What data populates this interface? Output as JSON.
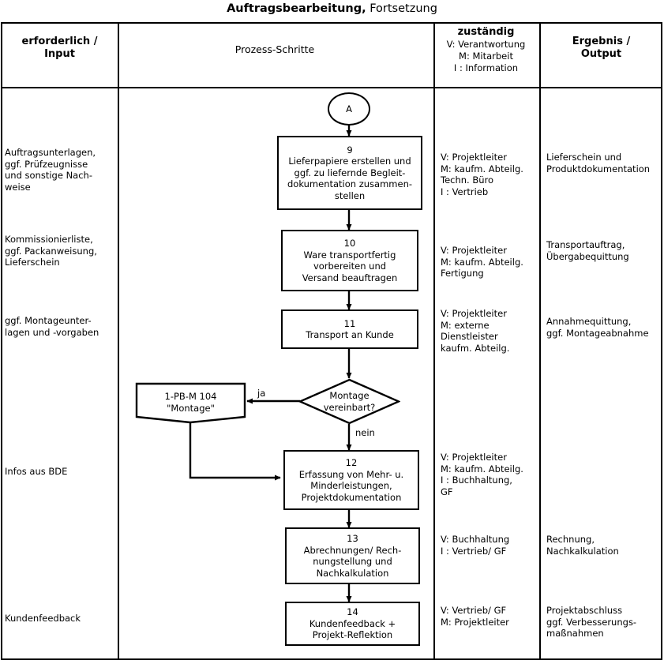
{
  "title": {
    "bold": "Auftragsbearbeitung,",
    "regular": "Fortsetzung"
  },
  "columns": {
    "input": {
      "heading_line1": "erforderlich /",
      "heading_line2": "Input"
    },
    "process": {
      "heading": "Prozess-Schritte"
    },
    "responsible": {
      "heading": "zuständig",
      "legend": [
        "V: Verantwortung",
        "M: Mitarbeit",
        "I : Information"
      ]
    },
    "output": {
      "heading_line1": "Ergebnis /",
      "heading_line2": "Output"
    }
  },
  "connector": {
    "label": "A"
  },
  "rows": [
    {
      "input": "Auftragsunterlagen,\nggf. Prüfzeugnisse\nund sonstige Nach-\nweise",
      "step_no": "9",
      "step_text": "Lieferpapiere erstellen und\nggf. zu liefernde Begleit-\ndokumentation zusammen-\nstellen",
      "responsible": "V: Projektleiter\nM: kaufm. Abteilg.\n      Techn. Büro\n  I : Vertrieb",
      "output": "Lieferschein und\nProduktdokumentation"
    },
    {
      "input": "Kommissionierliste,\nggf. Packanweisung,\nLieferschein",
      "step_no": "10",
      "step_text": "Ware transportfertig\nvorbereiten und\nVersand beauftragen",
      "responsible": "V: Projektleiter\nM: kaufm. Abteilg.\n      Fertigung",
      "output": "Transportauftrag,\nÜbergabequittung"
    },
    {
      "input": "ggf. Montageunter-\nlagen und -vorgaben",
      "step_no": "11",
      "step_text": "Transport an Kunde",
      "responsible": "V: Projektleiter\nM: externe\n      Dienstleister\n      kaufm. Abteilg.",
      "output": "Annahmequittung,\nggf. Montageabnahme"
    },
    {
      "input": "Infos aus BDE",
      "step_no": "12",
      "step_text": "Erfassung von Mehr- u.\nMinderleistungen,\nProjektdokumentation",
      "responsible": "V: Projektleiter\nM: kaufm. Abteilg.\n  I : Buchhaltung,\n      GF",
      "output": ""
    },
    {
      "input": "",
      "step_no": "13",
      "step_text": "Abrechnungen/ Rech-\nnungstellung und\nNachkalkulation",
      "responsible": "V: Buchhaltung\n  I : Vertrieb/ GF",
      "output": "Rechnung,\nNachkalkulation"
    },
    {
      "input": "Kundenfeedback",
      "step_no": "14",
      "step_text": "Kundenfeedback +\nProjekt-Reflektion",
      "responsible": "V: Vertrieb/ GF\nM: Projektleiter",
      "output": "Projektabschluss\nggf. Verbesserungs-\nmaßnahmen"
    }
  ],
  "decision": {
    "text": "Montage\nvereinbart?",
    "branch_yes": "ja",
    "branch_no": "nein"
  },
  "reference_doc": {
    "code": "1-PB-M 104",
    "name": "\"Montage\""
  },
  "colors": {
    "line": "#000000",
    "background": "#ffffff",
    "text": "#000000"
  }
}
